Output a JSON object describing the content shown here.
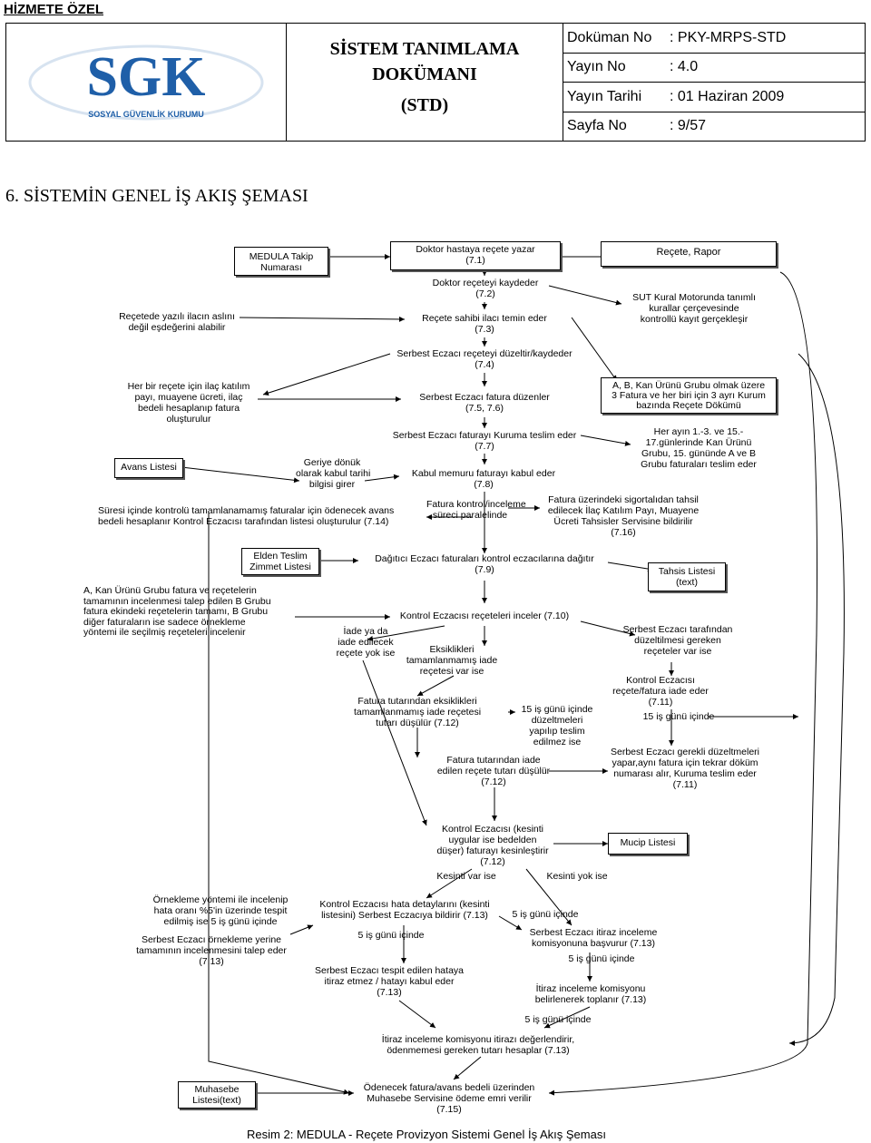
{
  "header": {
    "top_label": "HİZMETE ÖZEL",
    "logo_text": "SGK",
    "logo_sub": "SOSYAL GÜVENLİK KURUMU",
    "title_line1": "SİSTEM TANIMLAMA",
    "title_line2": "DOKÜMANI",
    "title_line3": "(STD)",
    "meta": [
      {
        "label": "Doküman No",
        "value": ": PKY-MRPS-STD"
      },
      {
        "label": "Yayın No",
        "value": ": 4.0"
      },
      {
        "label": "Yayın Tarihi",
        "value": ": 01 Haziran 2009"
      },
      {
        "label": "Sayfa No",
        "value": ": 9/57"
      }
    ]
  },
  "section_title": "6.   SİSTEMİN GENEL İŞ AKIŞ ŞEMASI",
  "nodes": {
    "medula": [
      "MEDULA Takip",
      "Numarası"
    ],
    "n71": [
      "Doktor hastaya reçete yazar",
      "(7.1)"
    ],
    "recete_rapor": [
      "Reçete, Rapor"
    ],
    "n72": [
      "Doktor reçeteyi kaydeder",
      "(7.2)"
    ],
    "esdeger": [
      "Reçetede yazılı ilacın aslını",
      "değil eşdeğerini alabilir"
    ],
    "n73": [
      "Reçete sahibi ilacı temin eder",
      "(7.3)"
    ],
    "sut": [
      "SUT Kural Motorunda tanımlı",
      "kurallar çerçevesinde",
      "kontrollü kayıt gerçekleşir"
    ],
    "n74": [
      "Serbest Eczacı reçeteyi düzeltir/kaydeder",
      "(7.4)"
    ],
    "katilim": [
      "Her bir reçete için ilaç katılım",
      "payı, muayene ücreti, ilaç",
      "bedeli hesaplanıp fatura",
      "oluşturulur"
    ],
    "n756": [
      "Serbest Eczacı fatura düzenler",
      "(7.5, 7.6)"
    ],
    "abkan": [
      "A, B, Kan Ürünü Grubu olmak üzere",
      "3 Fatura ve her biri için 3 ayrı Kurum",
      "bazında Reçete Dökümü"
    ],
    "n77": [
      "Serbest Eczacı faturayı Kuruma teslim eder",
      "(7.7)"
    ],
    "heray": [
      "Her ayın 1.-3. ve 15.-",
      "17.günlerinde Kan Ürünü",
      "Grubu, 15. gününde A ve B",
      "Grubu faturaları teslim eder"
    ],
    "avans": [
      "Avans Listesi"
    ],
    "geriye": [
      "Geriye dönük",
      "olarak kabul tarihi",
      "bilgisi girer"
    ],
    "n78": [
      "Kabul memuru faturayı kabul eder",
      "(7.8)"
    ],
    "n714": [
      "Süresi içinde kontrolü tamamlanamamış faturalar için ödenecek avans",
      "bedeli hesaplanır Kontrol Eczacısı tarafından listesi oluşturulur (7.14)"
    ],
    "paralel": [
      "Fatura kontrol/inceleme",
      "süreci paralelinde"
    ],
    "n716": [
      "Fatura üzerindeki sigortalıdan tahsil",
      "edilecek İlaç Katılım Payı, Muayene",
      "Ücreti Tahsisler Servisine bildirilir",
      "(7.16)"
    ],
    "elden": [
      "Elden Teslim",
      "Zimmet Listesi"
    ],
    "n79": [
      "Dağıtıcı Eczacı faturaları kontrol eczacılarına dağıtır",
      "(7.9)"
    ],
    "tahsis": [
      "Tahsis Listesi",
      "(text)"
    ],
    "akan": [
      "A, Kan Ürünü Grubu fatura ve reçetelerin",
      "tamamının incelenmesi talep edilen B Grubu",
      "fatura ekindeki reçetelerin tamamı, B Grubu",
      "diğer faturaların ise sadece örnekleme",
      "yöntemi ile seçilmiş reçeteleri incelenir"
    ],
    "n710": [
      "Kontrol Eczacısı reçeteleri inceler (7.10)"
    ],
    "iade": [
      "İade ya da",
      "iade edilecek",
      "reçete yok ise"
    ],
    "eksik": [
      "Eksiklikleri",
      "tamamlanmamış iade",
      "reçetesi var ise"
    ],
    "sedz": [
      "Serbest Eczacı tarafından",
      "düzeltilmesi gereken",
      "reçeteler var ise"
    ],
    "n711a": [
      "Kontrol Eczacısı",
      "reçete/fatura iade eder",
      "(7.11)"
    ],
    "n712a": [
      "Fatura tutarından eksiklikleri",
      "tamamlanmamış iade reçetesi",
      "tutarı düşülür (7.12)"
    ],
    "is15a": [
      "15 iş günü içinde",
      "düzeltmeleri",
      "yapılıp teslim",
      "edilmez ise"
    ],
    "is15b": [
      "15 iş günü içinde"
    ],
    "n711b": [
      "Serbest Eczacı gerekli düzeltmeleri",
      "yapar,aynı fatura için tekrar döküm",
      "numarası alır, Kuruma teslim eder",
      "(7.11)"
    ],
    "n712b": [
      "Fatura tutarından iade",
      "edilen reçete tutarı düşülür",
      "(7.12)"
    ],
    "n712c": [
      "Kontrol Eczacısı (kesinti",
      "uygular ise bedelden",
      "düşer) faturayı kesinleştirir",
      "(7.12)"
    ],
    "mucip": [
      "Mucip Listesi"
    ],
    "kesvar": [
      "Kesinti var ise"
    ],
    "kesyok": [
      "Kesinti yok ise"
    ],
    "ornek": [
      "Örnekleme yöntemi ile incelenip",
      "hata oranı %5'in üzerinde tespit",
      "edilmiş ise 5 iş günü içinde"
    ],
    "n713a": [
      "Kontrol Eczacısı hata detaylarını (kesinti",
      "listesini) Serbest Eczacıya bildirir (7.13)"
    ],
    "is5a": [
      "5 iş günü içinde"
    ],
    "n713b": [
      "Serbest Eczacı örnekleme yerine",
      "tamamının incelenmesini talep eder",
      "(7.13)"
    ],
    "is5b": [
      "5 iş günü içinde"
    ],
    "n713c": [
      "Serbest Eczacı itiraz inceleme",
      "komisyonuna başvurur (7.13)"
    ],
    "is5c": [
      "5 iş günü içinde"
    ],
    "n713d": [
      "Serbest Eczacı tespit edilen hataya",
      "itiraz etmez / hatayı kabul eder",
      "(7.13)"
    ],
    "n713e": [
      "İtiraz inceleme komisyonu",
      "belirlenerek toplanır (7.13)"
    ],
    "is5d": [
      "5 iş günü içinde"
    ],
    "n713f": [
      "İtiraz inceleme komisyonu itirazı değerlendirir,",
      "ödenmemesi gereken tutarı hesaplar (7.13)"
    ],
    "muhasebe": [
      "Muhasebe",
      "Listesi(text)"
    ],
    "n715": [
      "Ödenecek fatura/avans bedeli üzerinden",
      "Muhasebe Servisine ödeme emri verilir",
      "(7.15)"
    ]
  },
  "caption": "Resim 2: MEDULA - Reçete Provizyon Sistemi Genel İş Akış Şeması"
}
